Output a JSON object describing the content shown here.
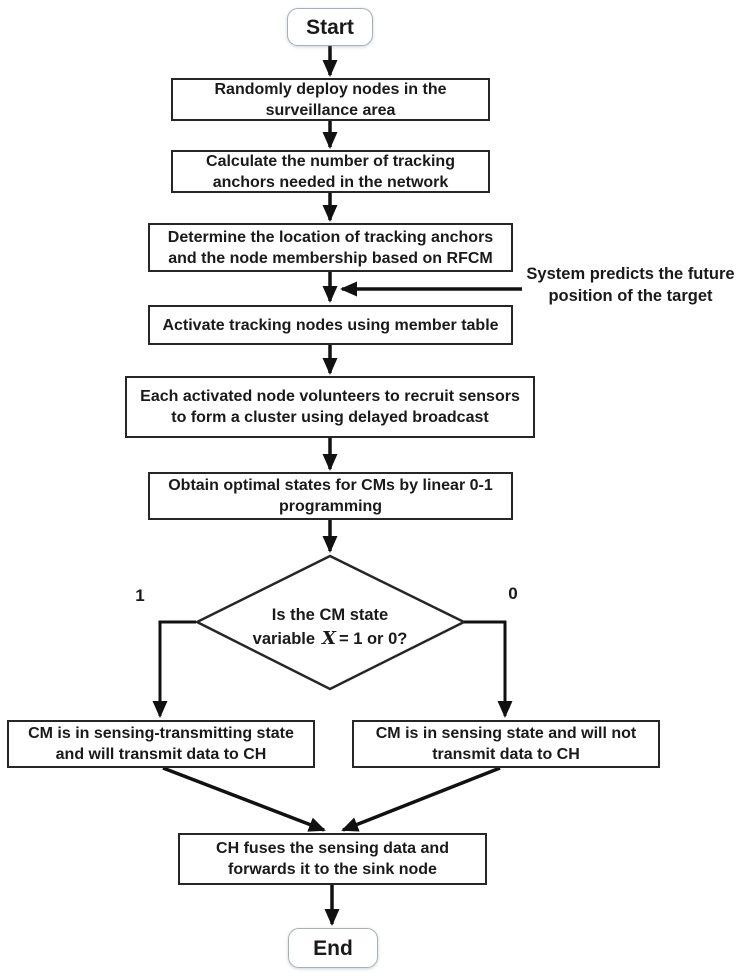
{
  "diagram": {
    "type": "flowchart",
    "nodes": {
      "start": {
        "label": "Start"
      },
      "deploy": {
        "text": "Randomly deploy nodes in the surveillance area"
      },
      "calc": {
        "text": "Calculate the number of tracking anchors needed in the network"
      },
      "determine": {
        "text": "Determine the location of tracking anchors and the node membership based on RFCM"
      },
      "activate": {
        "text": "Activate tracking nodes using member table"
      },
      "recruit": {
        "text": "Each activated node volunteers to recruit sensors to form a cluster using delayed broadcast"
      },
      "obtain": {
        "text": "Obtain optimal states for CMs by linear 0-1 programming"
      },
      "left": {
        "text": "CM is in sensing-transmitting state and will transmit data to CH"
      },
      "right": {
        "text": "CM is in sensing state and will not transmit data to CH"
      },
      "merge": {
        "text": "CH fuses the sensing data and forwards it to the sink node"
      },
      "end": {
        "label": "End"
      }
    },
    "decision": {
      "line1": "Is the CM state",
      "line2_prefix": "variable",
      "variable_symbol": "X",
      "line2_suffix": "= 1 or 0?"
    },
    "branch_labels": {
      "transmit": "1",
      "no_transmit": "0"
    },
    "annotation": {
      "line1": "System predicts the future",
      "line2": "position of the target"
    },
    "colors": {
      "background": "#ffffff",
      "line": "#111111",
      "box_border": "#262626",
      "terminal_border": "#a7b0b8",
      "text": "#1a1a1a"
    }
  }
}
